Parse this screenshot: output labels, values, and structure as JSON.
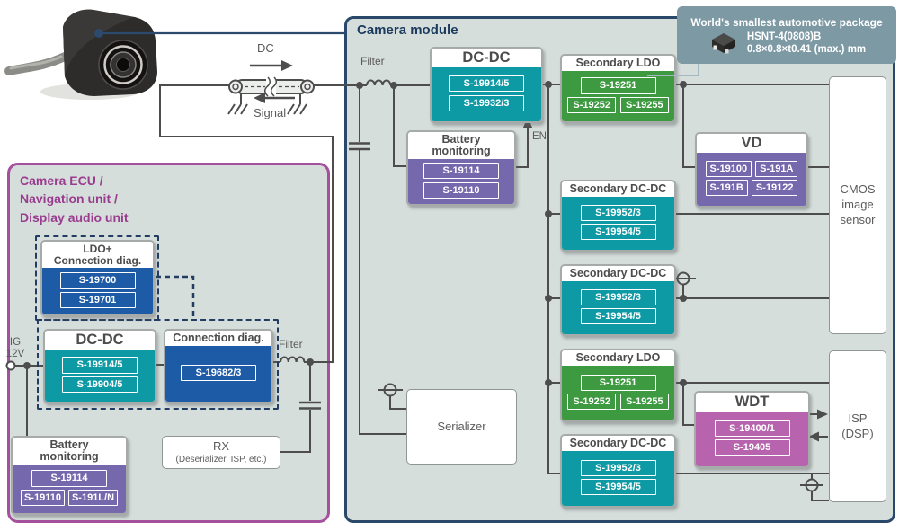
{
  "colors": {
    "teal": "#0d9aa5",
    "green": "#3e9a40",
    "purple": "#7568ad",
    "blue": "#1e5ba7",
    "magenta": "#b763ae",
    "camera_box_border": "#2a4869",
    "ecu_box_border": "#a4509c",
    "box_fill": "#d6dedc",
    "wire": "#4d4d4d",
    "callout_bg": "#7d99a4"
  },
  "callout": {
    "title": "World's smallest automotive package",
    "package_name": "HSNT-4(0808)B",
    "package_size": "0.8×0.8×t0.41 (max.) mm"
  },
  "camera_module": {
    "title": "Camera module",
    "labels": {
      "filter": "Filter",
      "en": "EN",
      "dc": "DC",
      "signal": "Signal"
    },
    "dcdc": {
      "title": "DC-DC",
      "chips": [
        "S-19914/5",
        "S-19932/3"
      ]
    },
    "battery": {
      "title_lines": [
        "Battery",
        "monitoring"
      ],
      "chips": [
        "S-19114",
        "S-19110"
      ]
    },
    "sec_ldo_top": {
      "title": "Secondary LDO",
      "chips": [
        "S-19251",
        "S-19252",
        "S-19255"
      ]
    },
    "vd": {
      "title": "VD",
      "chips": [
        "S-19100",
        "S-191A",
        "S-191B",
        "S-19122"
      ]
    },
    "sec_dcdc_1": {
      "title": "Secondary DC-DC",
      "chips": [
        "S-19952/3",
        "S-19954/5"
      ]
    },
    "sec_dcdc_2": {
      "title": "Secondary DC-DC",
      "chips": [
        "S-19952/3",
        "S-19954/5"
      ]
    },
    "sec_ldo_bottom": {
      "title": "Secondary LDO",
      "chips": [
        "S-19251",
        "S-19252",
        "S-19255"
      ]
    },
    "wdt": {
      "title": "WDT",
      "chips": [
        "S-19400/1",
        "S-19405"
      ]
    },
    "sec_dcdc_3": {
      "title": "Secondary DC-DC",
      "chips": [
        "S-19952/3",
        "S-19954/5"
      ]
    },
    "serializer": {
      "title": "Serializer"
    },
    "cmos": {
      "lines": [
        "CMOS",
        "image",
        "sensor"
      ]
    },
    "isp": {
      "lines": [
        "ISP",
        "(DSP)"
      ]
    }
  },
  "ecu": {
    "title_lines": [
      "Camera ECU /",
      "Navigation unit /",
      "Display audio unit"
    ],
    "labels": {
      "ig_lines": [
        "IG",
        "12V"
      ],
      "filter": "Filter"
    },
    "ldo_conn": {
      "title_lines": [
        "LDO+",
        "Connection diag."
      ],
      "chips": [
        "S-19700",
        "S-19701"
      ]
    },
    "dcdc": {
      "title": "DC-DC",
      "chips": [
        "S-19914/5",
        "S-19904/5"
      ]
    },
    "conn_diag": {
      "title": "Connection diag.",
      "chips": [
        "S-19682/3"
      ]
    },
    "battery": {
      "title_lines": [
        "Battery",
        "monitoring"
      ],
      "chips": [
        "S-19114",
        "S-19110",
        "S-191L/N"
      ]
    },
    "rx": {
      "lines": [
        "RX",
        "(Deserializer, ISP, etc.)"
      ]
    }
  }
}
